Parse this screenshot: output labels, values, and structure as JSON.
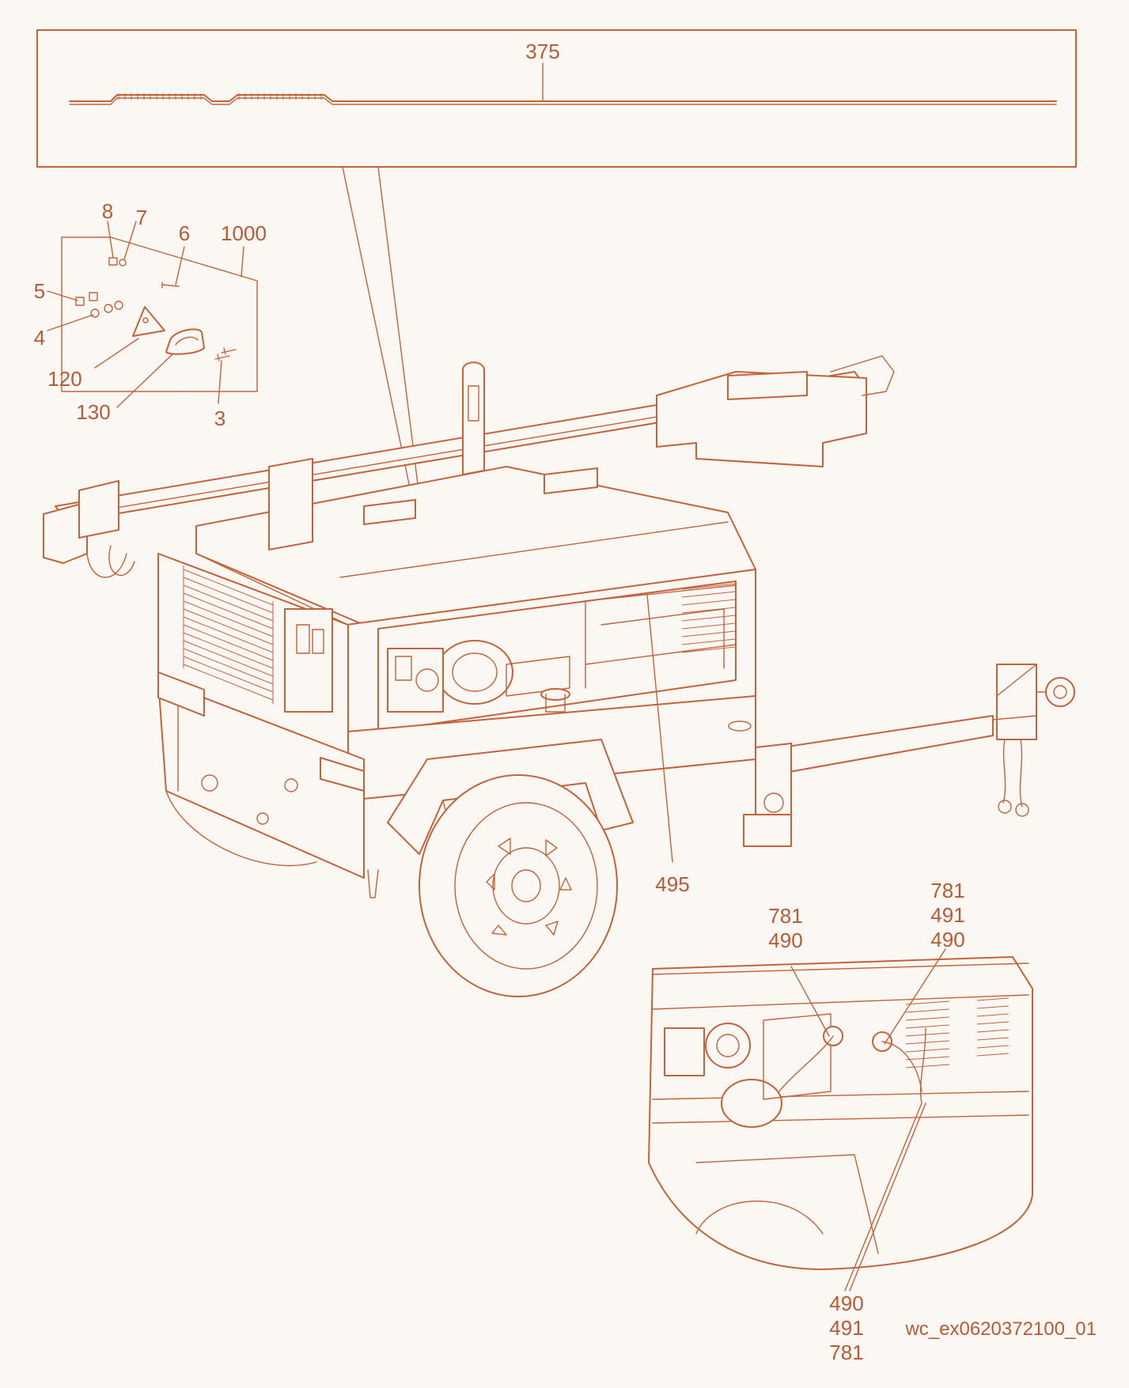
{
  "colors": {
    "line": "#c4623a",
    "label": "#b85a35",
    "paper": "#fbf7f3"
  },
  "callouts": {
    "c375": "375",
    "c8": "8",
    "c7": "7",
    "c6": "6",
    "c1000": "1000",
    "c5": "5",
    "c4": "4",
    "c120": "120",
    "c130": "130",
    "c3": "3",
    "c495": "495",
    "inset_left": [
      "781",
      "490"
    ],
    "inset_right": [
      "781",
      "491",
      "490"
    ],
    "inset_bottom": [
      "490",
      "491",
      "781"
    ]
  },
  "document_id": "wc_ex0620372100_01"
}
